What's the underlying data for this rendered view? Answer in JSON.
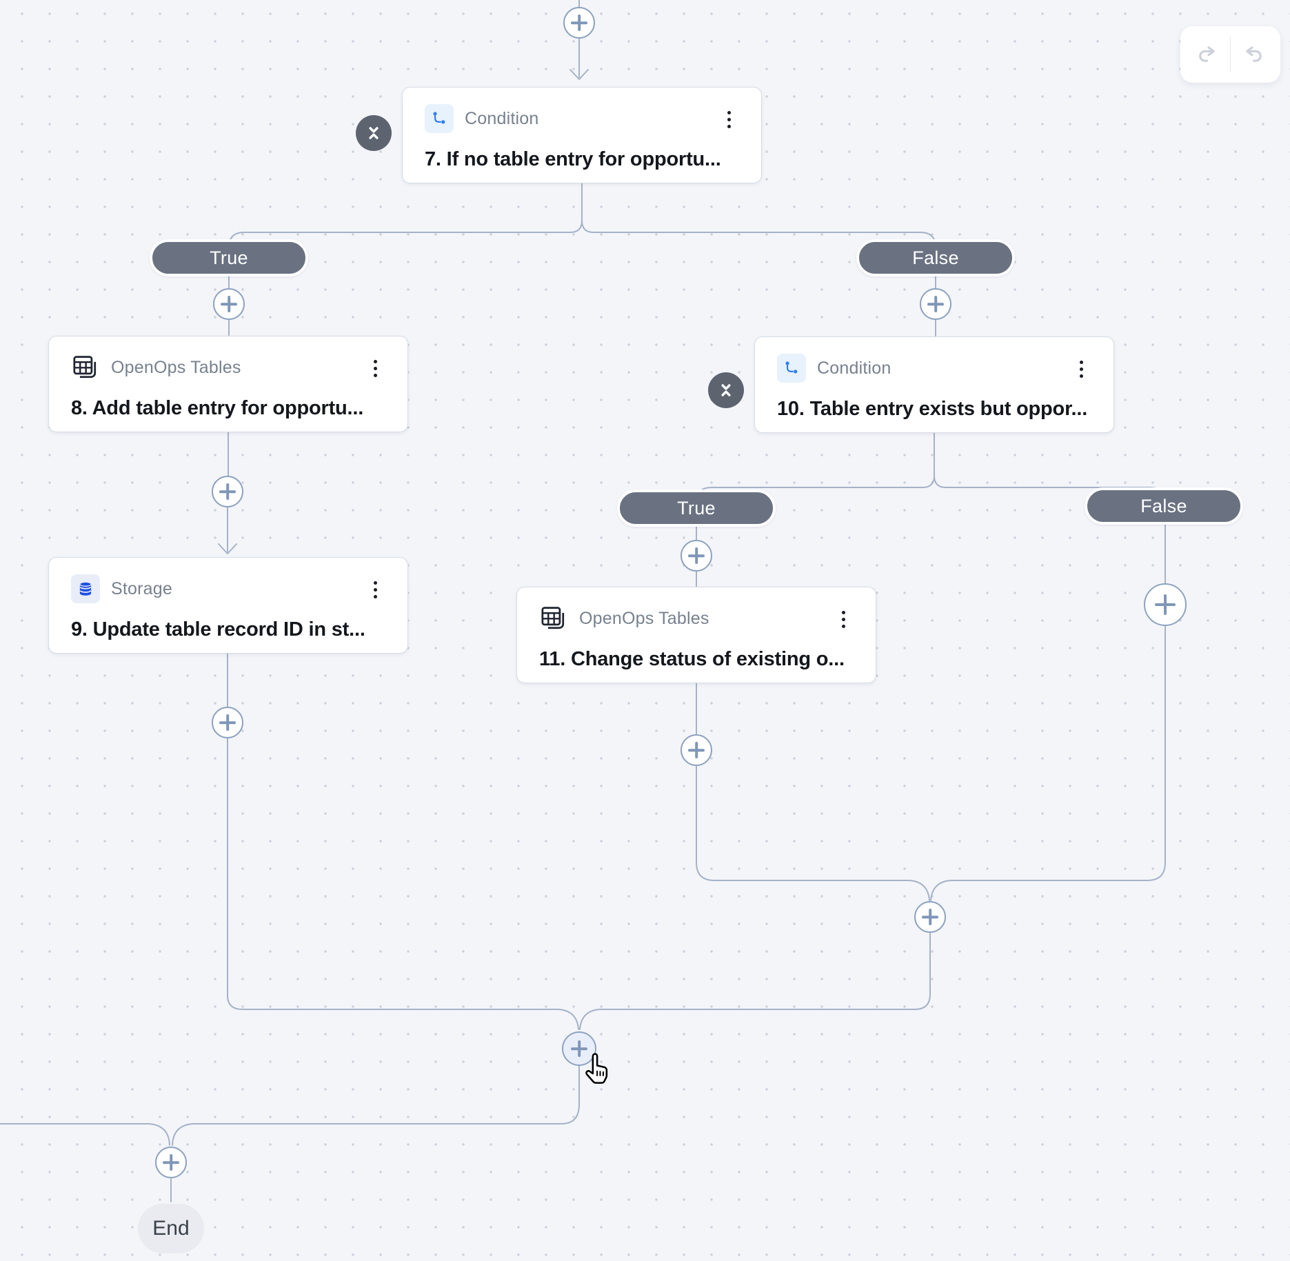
{
  "app": {
    "background_color": "#f3f5f9",
    "edge_color": "#a5b2c8",
    "pill_color": "#6a7282",
    "condition_icon_color": "#2f7ff1",
    "storage_icon_color": "#2150e0"
  },
  "history_toolbar": {
    "undo_icon": "undo-arrow",
    "redo_icon": "redo-arrow"
  },
  "labels": {
    "true": "True",
    "false": "False"
  },
  "nodes": {
    "n7": {
      "type_label": "Condition",
      "title": "7. If no table entry for opportu..."
    },
    "n8": {
      "type_label": "OpenOps Tables",
      "title": "8. Add table entry for opportu..."
    },
    "n9": {
      "type_label": "Storage",
      "title": "9. Update table record ID in st..."
    },
    "n10": {
      "type_label": "Condition",
      "title": "10. Table entry exists but oppor..."
    },
    "n11": {
      "type_label": "OpenOps Tables",
      "title": "11. Change status of existing o..."
    }
  },
  "end": {
    "label": "End"
  }
}
